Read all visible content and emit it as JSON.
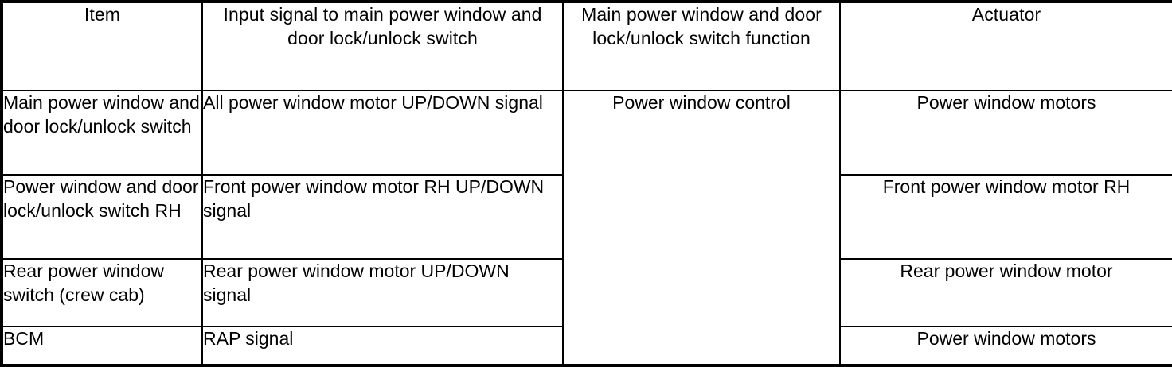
{
  "table": {
    "columns": [
      {
        "id": "item",
        "header": "Item",
        "align": "center"
      },
      {
        "id": "input_signal",
        "header": "Input signal to main power window and door lock/unlock switch",
        "align": "center"
      },
      {
        "id": "switch_function",
        "header": "Main power window and door lock/unlock switch function",
        "align": "center"
      },
      {
        "id": "actuator",
        "header": "Actuator",
        "align": "center"
      }
    ],
    "merged": {
      "switch_function_value": "Power window control",
      "rowspan": 4
    },
    "rows": [
      {
        "item": "Main power window and door lock/unlock switch",
        "input_signal": "All power window motor UP/DOWN signal",
        "actuator": "Power window motors"
      },
      {
        "item": "Power window and door lock/unlock switch RH",
        "input_signal": "Front power window motor RH UP/DOWN signal",
        "actuator": "Front power window motor RH"
      },
      {
        "item": "Rear power window switch (crew cab)",
        "input_signal": "Rear power window motor UP/DOWN signal",
        "actuator": "Rear power window motor"
      },
      {
        "item": "BCM",
        "input_signal": "RAP signal",
        "actuator": "Power window motors"
      }
    ]
  },
  "style": {
    "border_color": "#000000",
    "text_color": "#000000",
    "background": "#ffffff"
  }
}
